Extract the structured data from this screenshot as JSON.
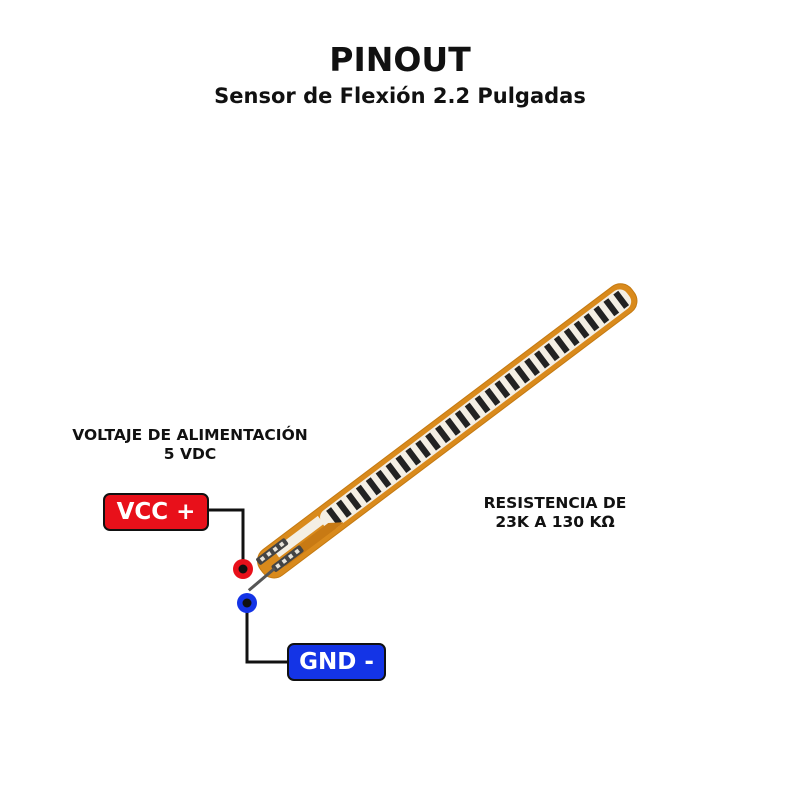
{
  "header": {
    "title": "PINOUT",
    "subtitle": "Sensor de Flexión 2.2 Pulgadas"
  },
  "captions": {
    "supply_voltage_line1": "VOLTAJE DE ALIMENTACIÓN",
    "supply_voltage_line2": "5 VDC",
    "resistance_line1": "RESISTENCIA DE",
    "resistance_line2": "23K A 130 KΩ"
  },
  "pins": [
    {
      "label": "VCC +",
      "color": "#e8101a",
      "marker_color": "#e8101a"
    },
    {
      "label": "GND -",
      "color": "#1434e6",
      "marker_color": "#1434e6"
    }
  ],
  "sensor": {
    "name": "flex-sensor",
    "substrate_color": "#d98a1c",
    "stripe_dark_color": "#222222",
    "stripe_light_color": "#f2eee6",
    "stripe_count": 30
  }
}
